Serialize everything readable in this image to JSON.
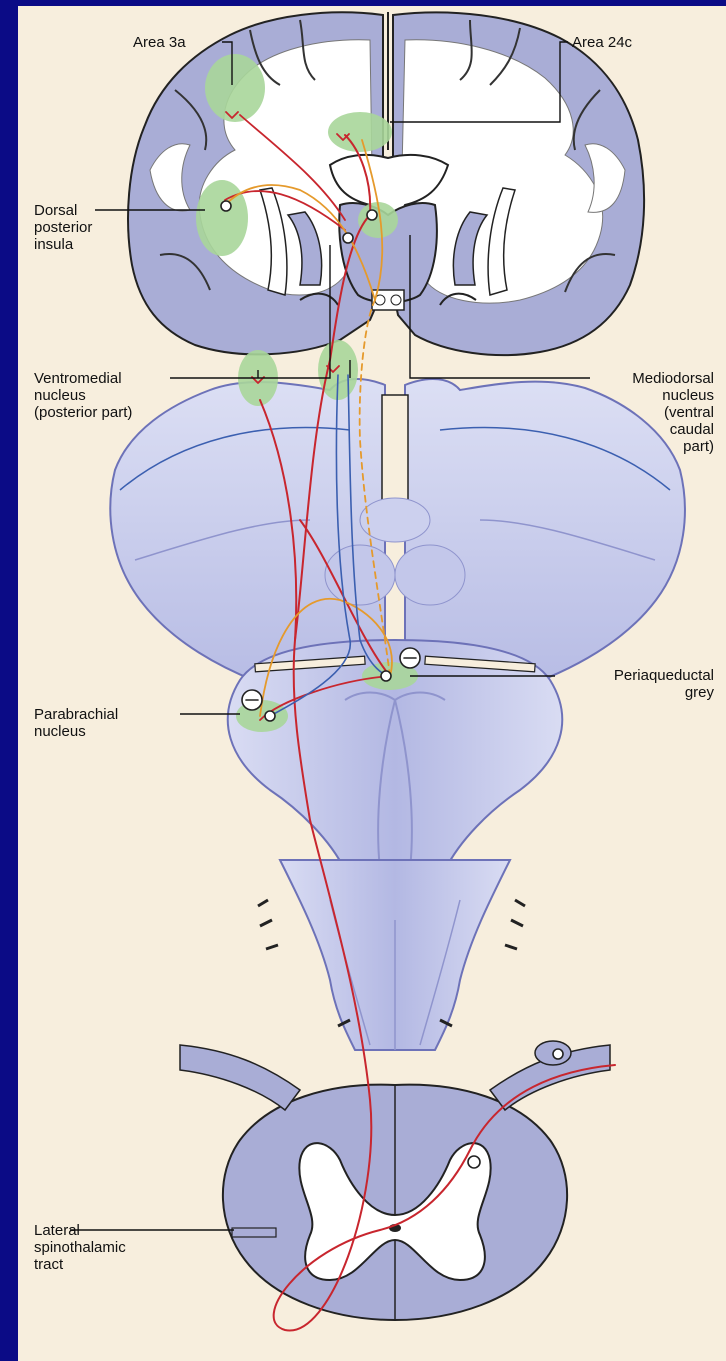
{
  "labels": {
    "area3a": "Area 3a",
    "area24c": "Area 24c",
    "dorsal_insula": "Dorsal\nposterior\ninsula",
    "ventromedial": "Ventromedial\nnucleus\n(posterior part)",
    "mediodorsal": "Mediodorsal\nnucleus\n(ventral\ncaudal\npart)",
    "periaqueductal": "Periaqueductal\ngrey",
    "parabrachial": "Parabrachial\nnucleus",
    "lateral_spinothalamic": "Lateral\nspinothalamic\ntract"
  },
  "colors": {
    "background_frame": "#0b0b86",
    "panel": "#f7eedd",
    "tissue_grey": "#a9add6",
    "white_matter": "#ffffff",
    "brainstem": "#c9cdec",
    "nucleus_green": "#a9d69a",
    "pathway_red": "#c8262e",
    "pathway_orange": "#e59a2c",
    "pathway_blue": "#3b5fb0"
  }
}
